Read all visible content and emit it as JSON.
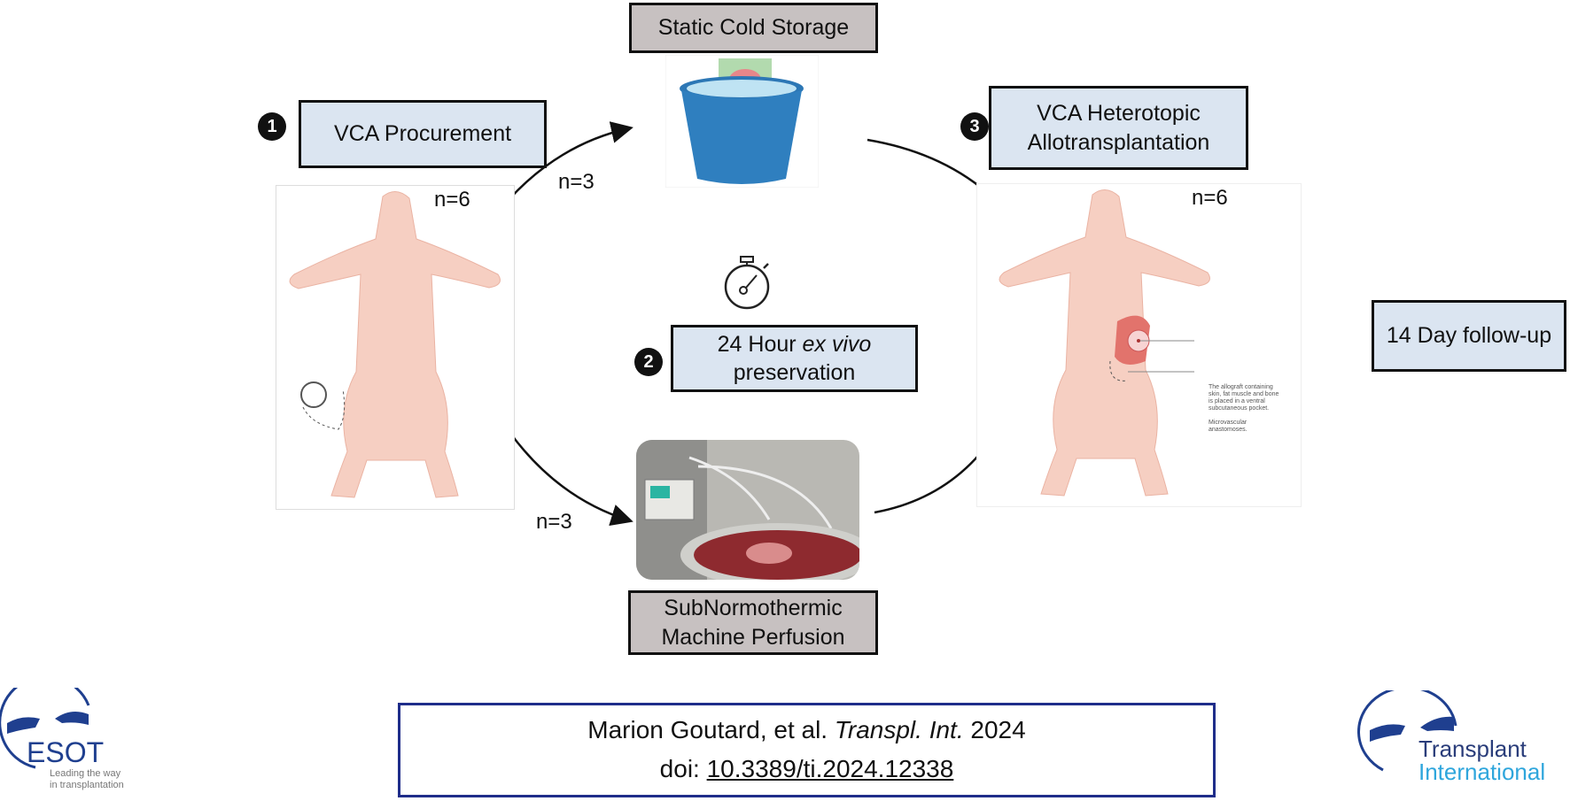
{
  "steps": {
    "static_cold_storage": "Static Cold Storage",
    "procurement": {
      "number": "1",
      "label": "VCA Procurement"
    },
    "preservation": {
      "number": "2",
      "label_prefix": "24 Hour ",
      "label_italic": "ex vivo",
      "label_suffix": "preservation"
    },
    "transplantation": {
      "number": "3",
      "line1": "VCA Heterotopic",
      "line2": "Allotransplantation"
    },
    "perfusion": {
      "line1": "SubNormothermic",
      "line2": "Machine Perfusion"
    },
    "follow_up": "14 Day follow-up"
  },
  "counts": {
    "donor": "n=6",
    "scs": "n=3",
    "snmp": "n=3",
    "recipient": "n=6"
  },
  "annotations": {
    "allograft": "The allograft containing skin, fat muscle and bone is placed in a ventral subcutaneous pocket.",
    "anastomoses": "Microvascular anastomoses."
  },
  "citation": {
    "authors": "Marion Goutard, et al. ",
    "journal": "Transpl. Int.",
    "year": " 2024",
    "doi_label": "doi: ",
    "doi": "10.3389/ti.2024.12338"
  },
  "logos": {
    "esot": {
      "name": "ESOT",
      "tagline1": "Leading the way",
      "tagline2": "in transplantation"
    },
    "ti": {
      "line1": "Transplant",
      "line2": "International"
    }
  },
  "colors": {
    "box_blue": "#dbe5f1",
    "box_grey": "#c7c1c1",
    "citation_border": "#1f2d8a",
    "logo_blue": "#1f3f8f",
    "logo_light_blue": "#2fa6dc",
    "pig": "#f6cfc2"
  }
}
